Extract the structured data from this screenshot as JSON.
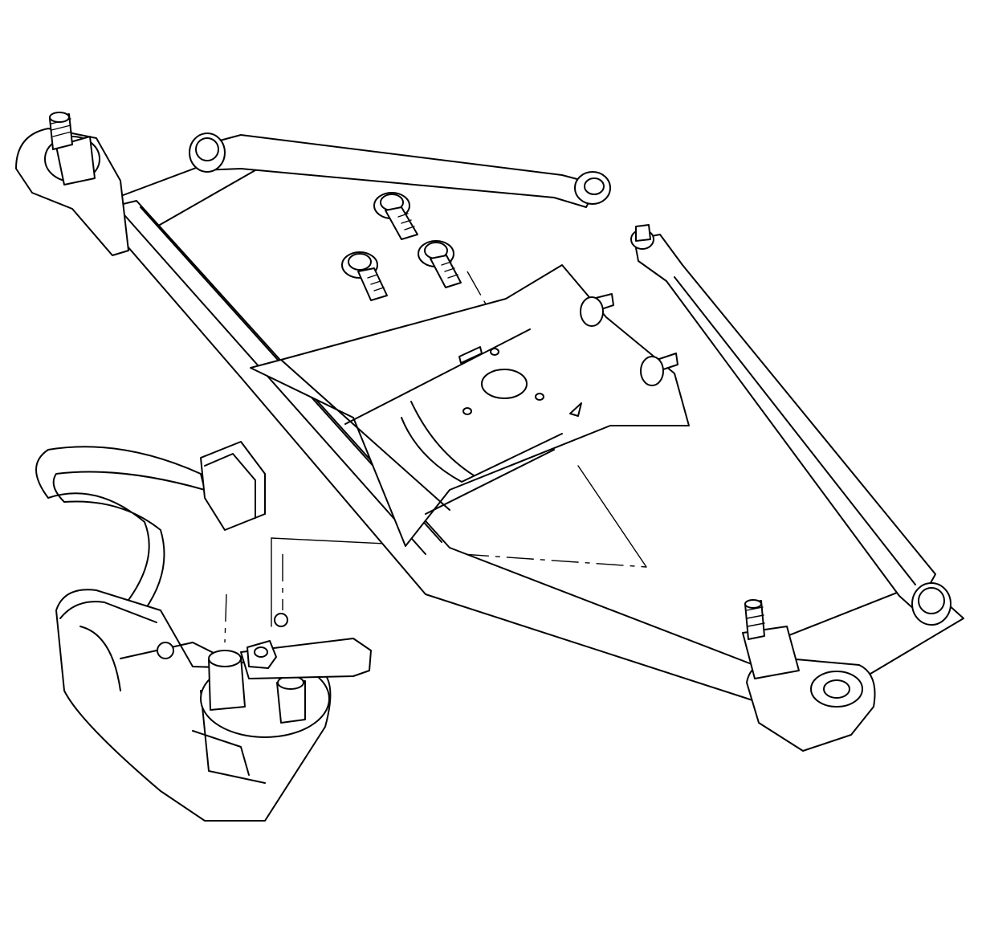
{
  "figure": {
    "kind": "exploded line drawing",
    "colors": {
      "line": "#000000",
      "background": "#ffffff"
    },
    "components": [
      {
        "id": "wiper-linkage-frame",
        "icon": "wiper-linkage-assembly"
      },
      {
        "id": "wiper-motor",
        "icon": "electric-motor"
      },
      {
        "id": "motor-electrical-connector",
        "icon": "connector"
      },
      {
        "id": "mounting-bolts",
        "icon": "bolt",
        "count": 3
      },
      {
        "id": "left-pivot-shaft",
        "icon": "splined-shaft"
      },
      {
        "id": "right-pivot-shaft",
        "icon": "splined-shaft"
      },
      {
        "id": "upper-drive-link",
        "icon": "link-rod"
      },
      {
        "id": "right-drive-link",
        "icon": "link-rod"
      }
    ]
  }
}
